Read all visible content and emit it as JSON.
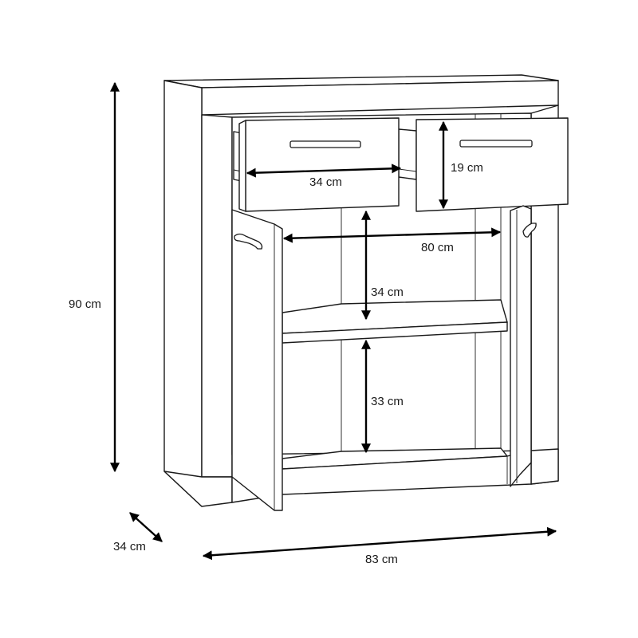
{
  "dimensions": {
    "height": "90 cm",
    "depth": "34 cm",
    "width": "83 cm",
    "drawer_width": "34 cm",
    "drawer_height": "19 cm",
    "inner_width": "80 cm",
    "upper_shelf_height": "34 cm",
    "lower_shelf_height": "33 cm"
  },
  "colors": {
    "line": "#1a1a1a",
    "arrow": "#000000",
    "background": "#ffffff"
  }
}
